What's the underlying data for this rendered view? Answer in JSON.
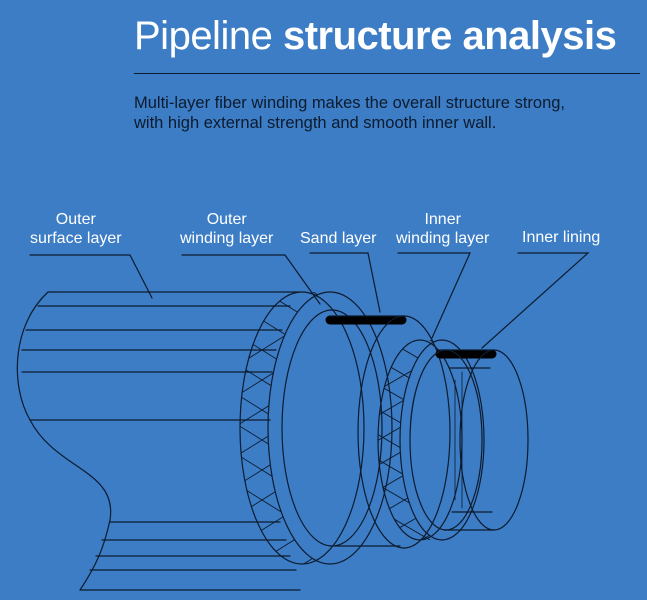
{
  "header": {
    "title_light": "Pipeline",
    "title_bold": "structure analysis"
  },
  "description": {
    "line1": "Multi-layer fiber winding makes the overall structure strong,",
    "line2": "with high external strength and smooth inner wall."
  },
  "labels": {
    "outer_surface": {
      "line1": "Outer",
      "line2": "surface layer"
    },
    "outer_winding": {
      "line1": "Outer",
      "line2": "winding layer"
    },
    "sand": {
      "line1": "Sand layer"
    },
    "inner_winding": {
      "line1": "Inner",
      "line2": "winding layer"
    },
    "inner_lining": {
      "line1": "Inner lining"
    }
  },
  "colors": {
    "background": "#3c7dc6",
    "line": "#0d1b2e",
    "text": "#ffffff"
  }
}
